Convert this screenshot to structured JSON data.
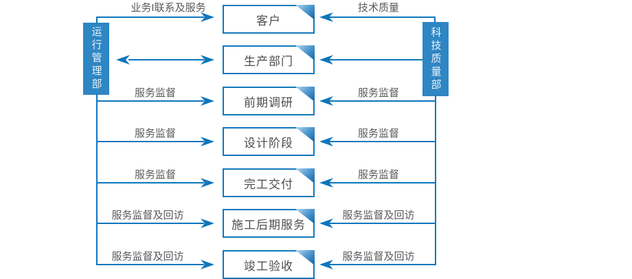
{
  "diagram": {
    "left_bar_label": "运行管理部",
    "right_bar_label": "科技质量部",
    "rows": [
      {
        "box_label": "客户",
        "left_label": "业务I联系及服务",
        "right_label": "技术质量"
      },
      {
        "box_label": "生产部门",
        "left_label": "",
        "right_label": ""
      },
      {
        "box_label": "前期调研",
        "left_label": "服务监督",
        "right_label": "服务监督"
      },
      {
        "box_label": "设计阶段",
        "left_label": "服务监督",
        "right_label": "服务监督"
      },
      {
        "box_label": "完工交付",
        "left_label": "服务监督",
        "right_label": "服务监督"
      },
      {
        "box_label": "施工后期服务",
        "left_label": "服务监督及回访",
        "right_label": "服务监督及回访"
      },
      {
        "box_label": "竣工验收",
        "left_label": "服务监督及回访",
        "right_label": "服务监督及回访"
      }
    ],
    "colors": {
      "line_blue": "#0e76bc",
      "bar_blue": "#2e86c3",
      "box_border_blue": "#1277bd",
      "fold_dark_blue": "#0c62a6",
      "label_gray": "#58595b",
      "box_text_gray": "#4d4d4f"
    }
  }
}
